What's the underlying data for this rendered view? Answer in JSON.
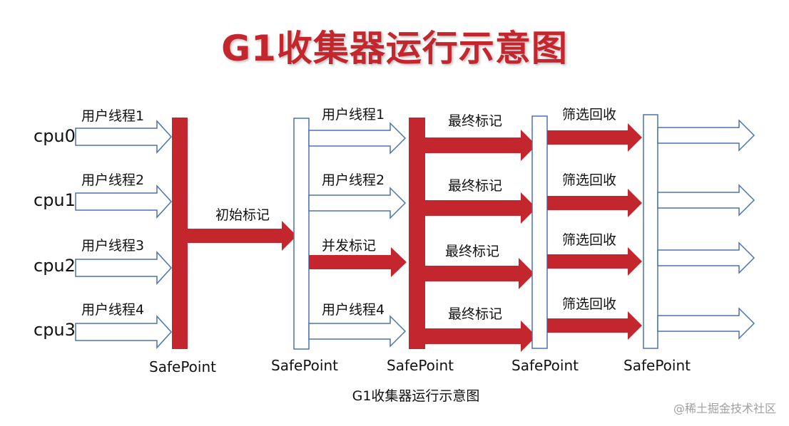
{
  "title": "G1收集器运行示意图",
  "caption": "G1收集器运行示意图",
  "watermark": "@稀土掘金技术社区",
  "cpus": [
    "cpu0",
    "cpu1",
    "cpu2",
    "cpu3"
  ],
  "user_threads": [
    "用户线程1",
    "用户线程2",
    "用户线程3",
    "用户线程4"
  ],
  "stage2_labels": [
    "用户线程1",
    "用户线程2",
    "并发标记",
    "用户线程4"
  ],
  "initial_mark": "初始标记",
  "final_mark": "最终标记",
  "screening": "筛选回收",
  "safepoint": "SafePoint",
  "colors": {
    "title": "#c4262d",
    "gc_red": "#c4262d",
    "outline_blue": "#4a74b4"
  }
}
